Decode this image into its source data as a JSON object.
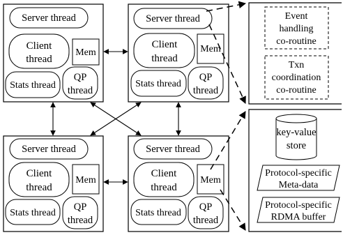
{
  "nodes": [
    {
      "server": "Server thread",
      "client": [
        "Client",
        "thread"
      ],
      "mem": "Mem",
      "stats": "Stats thread",
      "qp": [
        "QP",
        "thread"
      ]
    },
    {
      "server": "Server thread",
      "client": [
        "Client",
        "thread"
      ],
      "mem": "Mem",
      "stats": "Stats thread",
      "qp": [
        "QP",
        "thread"
      ]
    },
    {
      "server": "Server thread",
      "client": [
        "Client",
        "thread"
      ],
      "mem": "Mem",
      "stats": "Stats thread",
      "qp": [
        "QP",
        "thread"
      ]
    },
    {
      "server": "Server thread",
      "client": [
        "Client",
        "thread"
      ],
      "mem": "Mem",
      "stats": "Stats thread",
      "qp": [
        "QP",
        "thread"
      ]
    }
  ],
  "server_detail": {
    "event": [
      "Event",
      "handling",
      "co-routine"
    ],
    "txn": [
      "Txn",
      "coordination",
      "co-routine"
    ]
  },
  "memory_detail": {
    "kv_store": [
      "key-value",
      "store"
    ],
    "metadata": [
      "Protocol-specific",
      "Meta-data"
    ],
    "rdma": [
      "Protocol-specific",
      "RDMA buffer"
    ]
  }
}
